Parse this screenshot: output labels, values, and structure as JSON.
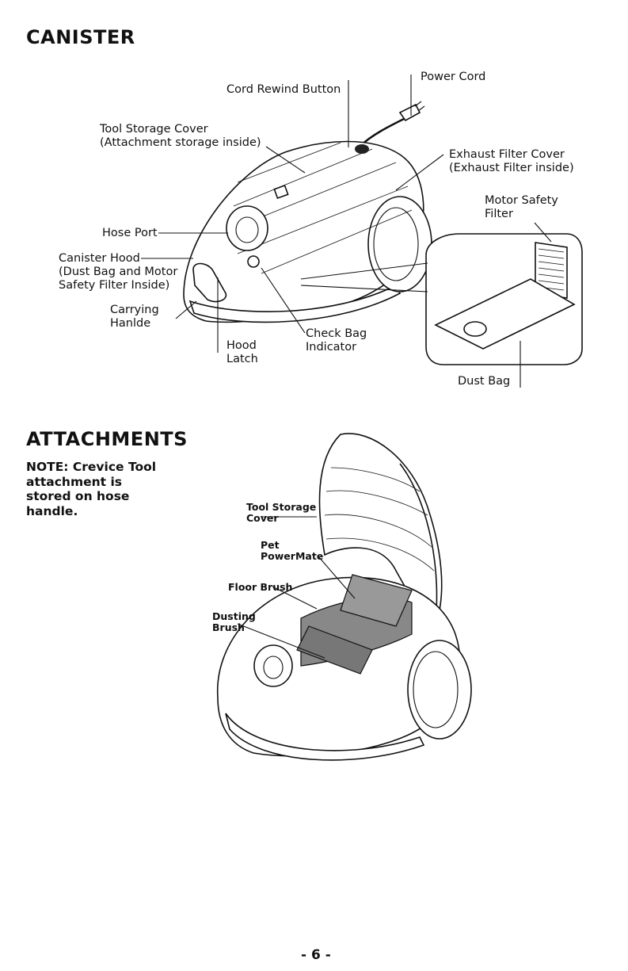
{
  "canister": {
    "heading": "CANISTER",
    "labels": {
      "cord_rewind": "Cord Rewind Button",
      "power_cord": "Power Cord",
      "tool_storage_1": "Tool Storage Cover",
      "tool_storage_2": "(Attachment storage inside)",
      "exhaust_1": "Exhaust Filter Cover",
      "exhaust_2": "(Exhaust Filter inside)",
      "motor_safety_1": "Motor Safety",
      "motor_safety_2": "Filter",
      "hose_port": "Hose Port",
      "hood_1": "Canister Hood",
      "hood_2": "(Dust Bag and Motor",
      "hood_3": "Safety Filter Inside)",
      "carrying_1": "Carrying",
      "carrying_2": "Hanlde",
      "check_bag_1": "Check Bag",
      "check_bag_2": "Indicator",
      "hood_latch_1": "Hood",
      "hood_latch_2": "Latch",
      "dust_bag": "Dust Bag"
    }
  },
  "attachments": {
    "heading": "ATTACHMENTS",
    "note": "NOTE: Crevice Tool attachment is stored on hose handle.",
    "labels": {
      "tool_storage_1": "Tool Storage",
      "tool_storage_2": "Cover",
      "pet_1": "Pet",
      "pet_2": "PowerMate",
      "floor_brush": "Floor Brush",
      "dusting_1": "Dusting",
      "dusting_2": "Brush"
    }
  },
  "page_number": "- 6 -"
}
